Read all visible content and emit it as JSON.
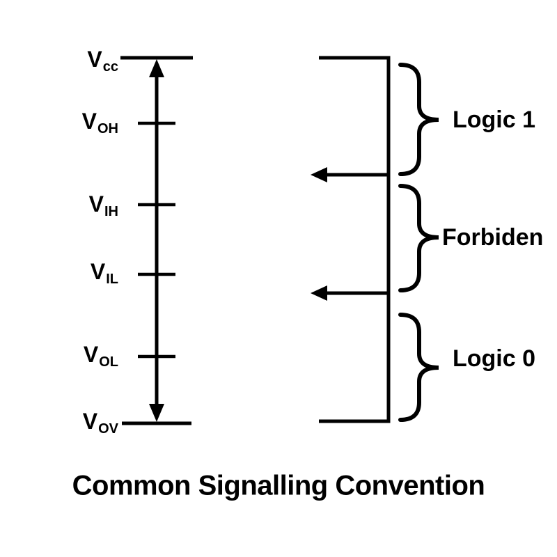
{
  "diagram": {
    "title": "Common Signalling Convention",
    "levels": [
      {
        "symbol": "V",
        "subscript": "cc"
      },
      {
        "symbol": "V",
        "subscript": "OH"
      },
      {
        "symbol": "V",
        "subscript": "IH"
      },
      {
        "symbol": "V",
        "subscript": "IL"
      },
      {
        "symbol": "V",
        "subscript": "OL"
      },
      {
        "symbol": "V",
        "subscript": "OV"
      }
    ],
    "regions": [
      {
        "label": "Logic 1"
      },
      {
        "label": "Forbiden"
      },
      {
        "label": "Logic 0"
      }
    ],
    "colors": {
      "ink": "#000000",
      "background": "#ffffff"
    }
  }
}
